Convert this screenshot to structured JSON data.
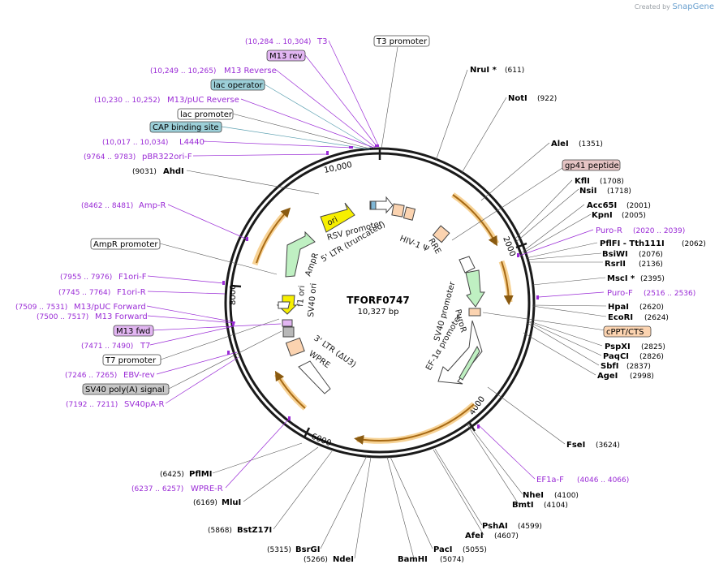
{
  "credit": {
    "prefix": "Created by",
    "brand": "SnapGene"
  },
  "plasmid": {
    "name": "TFORF0747",
    "size_label": "10,327 bp"
  },
  "ticks": [
    "10,000",
    "2000",
    "4000",
    "6000",
    "8000"
  ],
  "colors": {
    "enzyme": "#000000",
    "primer": "#9a2bd6",
    "feature_gold": "#d9a43a",
    "feature_yellow": "#f7ef00",
    "feature_green": "#bff0c2",
    "feature_peach": "#fbd3b0",
    "label_purple_bg": "#e2b6f2",
    "label_blue_bg": "#9ccfd8",
    "label_rose_bg": "#e6c4c4",
    "label_gray_bg": "#c8c8c8"
  },
  "enzymes_right": [
    {
      "name": "NruI *",
      "pos": "(611)"
    },
    {
      "name": "NotI",
      "pos": "(922)"
    },
    {
      "name": "AleI",
      "pos": "(1351)"
    },
    {
      "name": "KflI",
      "pos": "(1708)"
    },
    {
      "name": "NsiI",
      "pos": "(1718)"
    },
    {
      "name": "Acc65I",
      "pos": "(2001)"
    },
    {
      "name": "KpnI",
      "pos": "(2005)"
    },
    {
      "name": "PflFI - Tth111I",
      "pos": "(2062)"
    },
    {
      "name": "BsiWI",
      "pos": "(2076)"
    },
    {
      "name": "RsrII",
      "pos": "(2136)"
    },
    {
      "name": "MscI *",
      "pos": "(2395)"
    },
    {
      "name": "HpaI",
      "pos": "(2620)"
    },
    {
      "name": "EcoRI",
      "pos": "(2624)"
    },
    {
      "name": "PspXI",
      "pos": "(2825)"
    },
    {
      "name": "PaqCI",
      "pos": "(2826)"
    },
    {
      "name": "SbfI",
      "pos": "(2837)"
    },
    {
      "name": "AgeI",
      "pos": "(2998)"
    },
    {
      "name": "FseI",
      "pos": "(3624)"
    },
    {
      "name": "NheI",
      "pos": "(4100)"
    },
    {
      "name": "BmtI",
      "pos": "(4104)"
    },
    {
      "name": "PshAI",
      "pos": "(4599)"
    },
    {
      "name": "AfeI",
      "pos": "(4607)"
    },
    {
      "name": "PacI",
      "pos": "(5055)"
    },
    {
      "name": "BamHI",
      "pos": "(5074)"
    }
  ],
  "enzymes_left": [
    {
      "name": "AhdI",
      "pos": "(9031)"
    },
    {
      "name": "PflMI",
      "pos": "(6425)"
    },
    {
      "name": "MluI",
      "pos": "(6169)"
    },
    {
      "name": "BstZ17I",
      "pos": "(5868)"
    },
    {
      "name": "BsrGI",
      "pos": "(5315)"
    },
    {
      "name": "NdeI",
      "pos": "(5266)"
    }
  ],
  "primers": [
    {
      "name": "T3",
      "pos": "(10,284 .. 10,304)"
    },
    {
      "name": "M13 Reverse",
      "pos": "(10,249 .. 10,265)"
    },
    {
      "name": "M13/pUC Reverse",
      "pos": "(10,230 .. 10,252)"
    },
    {
      "name": "L4440",
      "pos": "(10,017 .. 10,034)"
    },
    {
      "name": "pBR322ori-F",
      "pos": "(9764 .. 9783)"
    },
    {
      "name": "Amp-R",
      "pos": "(8462 .. 8481)"
    },
    {
      "name": "F1ori-F",
      "pos": "(7955 .. 7976)"
    },
    {
      "name": "F1ori-R",
      "pos": "(7745 .. 7764)"
    },
    {
      "name": "M13/pUC Forward",
      "pos": "(7509 .. 7531)"
    },
    {
      "name": "M13 Forward",
      "pos": "(7500 .. 7517)"
    },
    {
      "name": "T7",
      "pos": "(7471 .. 7490)"
    },
    {
      "name": "EBV-rev",
      "pos": "(7246 .. 7265)"
    },
    {
      "name": "SV40pA-R",
      "pos": "(7192 .. 7211)"
    },
    {
      "name": "WPRE-R",
      "pos": "(6237 .. 6257)"
    },
    {
      "name": "Puro-R",
      "pos": "(2020 .. 2039)"
    },
    {
      "name": "Puro-F",
      "pos": "(2516 .. 2536)"
    },
    {
      "name": "EF1a-F",
      "pos": "(4046 .. 4066)"
    }
  ],
  "boxed_features": {
    "t3_promoter": "T3 promoter",
    "m13_rev": "M13 rev",
    "lac_operator": "lac operator",
    "lac_promoter": "lac promoter",
    "cap_site": "CAP binding site",
    "ampr_promoter": "AmpR promoter",
    "m13_fwd": "M13 fwd",
    "t7_promoter": "T7 promoter",
    "sv40_polya": "SV40 poly(A) signal",
    "gp41": "gp41 peptide",
    "cppt": "cPPT/CTS"
  },
  "inner_labels": {
    "ori": "ori",
    "rsv_promoter": "RSV promoter",
    "ltr5": "5' LTR (truncated)",
    "hiv_psi": "HIV-1 Ψ",
    "rre": "RRE",
    "ampr": "AmpR",
    "f1_ori": "f1 ori",
    "sv40_ori": "SV40 ori",
    "sv40_promoter": "SV40 promoter",
    "puror": "PuroR",
    "ef1a_promoter": "EF-1α promoter",
    "ltr3": "3' LTR (ΔU3)",
    "wpre": "WPRE"
  }
}
